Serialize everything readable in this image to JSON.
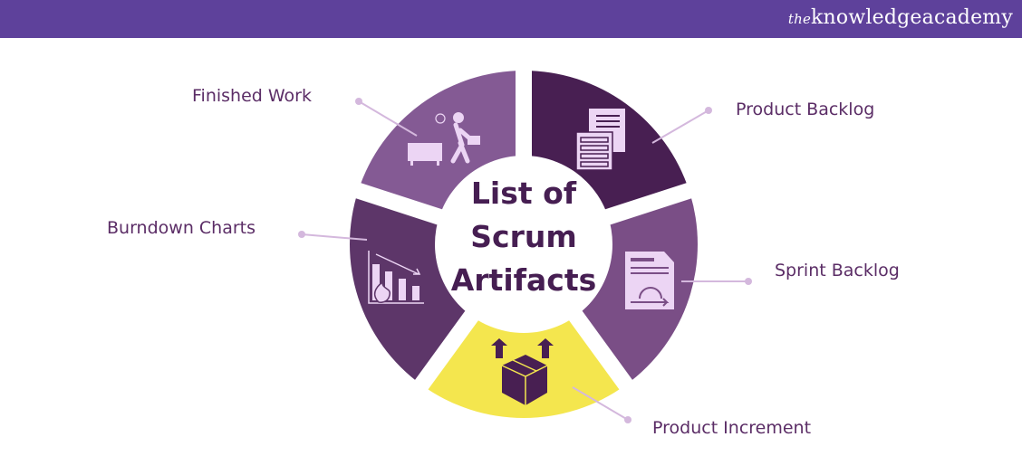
{
  "header": {
    "logo_text": "theknowledgeacademy",
    "logo_prefix": "the",
    "logo_main": "knowledgeacademy",
    "background": "#5e419b"
  },
  "center": {
    "line1": "List of",
    "line2": "Scrum",
    "line3": "Artifacts"
  },
  "segments": [
    {
      "label": "Product Backlog",
      "color": "#481f52",
      "icon": "documents-icon"
    },
    {
      "label": "Sprint Backlog",
      "color": "#7a4e86",
      "icon": "sprint-document-icon"
    },
    {
      "label": "Product Increment",
      "color": "#f4e64e",
      "icon": "box-arrows-icon"
    },
    {
      "label": "Burndown Charts",
      "color": "#5d3669",
      "icon": "burndown-chart-icon"
    },
    {
      "label": "Finished Work",
      "color": "#845a94",
      "icon": "person-leaving-desk-icon"
    }
  ],
  "colors": {
    "label_text": "#5b2d66",
    "leader_line": "#d4b8dd",
    "icon_fill": "#ecd5f4"
  }
}
